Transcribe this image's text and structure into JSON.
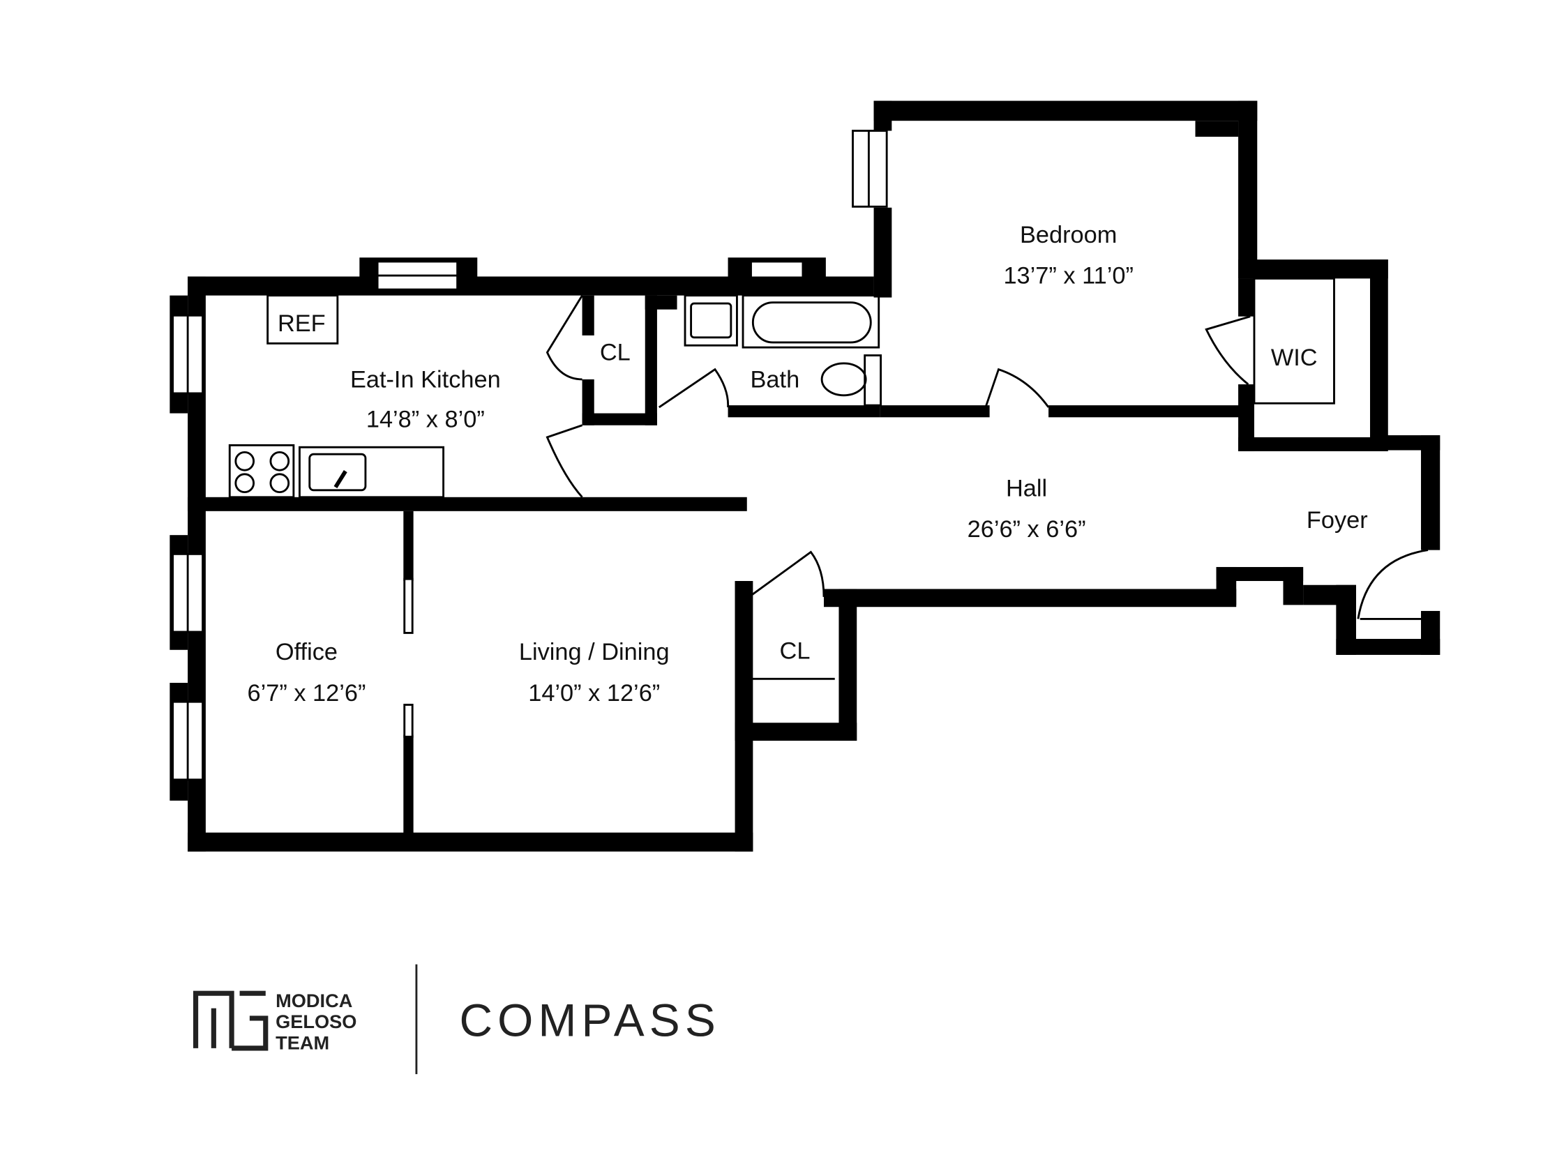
{
  "rooms": {
    "bedroom": {
      "name": "Bedroom",
      "dims": "13’7” x 11’0”"
    },
    "kitchen": {
      "name": "Eat-In Kitchen",
      "dims": "14’8” x 8’0”"
    },
    "kitchen_closet": {
      "name": "CL"
    },
    "bath": {
      "name": "Bath"
    },
    "wic": {
      "name": "WIC"
    },
    "hall": {
      "name": "Hall",
      "dims": "26’6” x 6’6”"
    },
    "foyer": {
      "name": "Foyer"
    },
    "office": {
      "name": "Office",
      "dims": "6’7” x 12’6”"
    },
    "living": {
      "name": "Living / Dining",
      "dims": "14’0” x 12’6”"
    },
    "hall_closet": {
      "name": "CL"
    }
  },
  "fixtures": {
    "ref": "REF"
  },
  "branding": {
    "team": {
      "line1": "MODICA",
      "line2": "GELOSO",
      "line3": "TEAM"
    },
    "company": "COMPASS"
  }
}
